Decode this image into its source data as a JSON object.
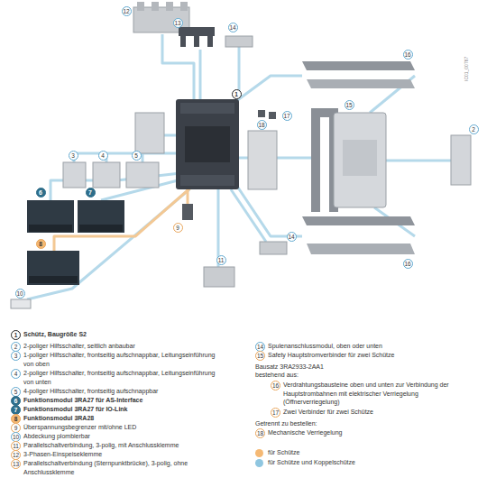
{
  "diagram": {
    "labels": [
      "12",
      "13",
      "14",
      "1",
      "16",
      "15",
      "17",
      "18",
      "2",
      "3",
      "4",
      "5",
      "6",
      "7",
      "8",
      "9",
      "10",
      "11",
      "14",
      "16",
      "IC01_00767",
      "1",
      "Schütz, Baugröße S2",
      "2",
      "2-poliger Hilfsschalter, seitlich anbaubar",
      "3",
      "1-poliger Hilfsschalter, frontseitig aufschnappbar, Leitungseinführung von oben",
      "4",
      "2-poliger Hilfsschalter, frontseitig aufschnappbar, Leitungseinführung von unten",
      "5",
      "4-poliger Hilfsschalter, frontseitig aufschnappbar",
      "6",
      "Funktionsmodul 3RA27 für AS-Interface",
      "7",
      "Funktionsmodul 3RA27 für IO-Link",
      "8",
      "Funktionsmodul 3RA28",
      "9",
      "Überspannungsbegrenzer mit/ohne LED",
      "10",
      "Abdeckung plombierbar",
      "11",
      "Parallelschaltverbindung, 3-polig, mit Anschlussklemme",
      "12",
      "3-Phasen-Einspeiseklemme",
      "13",
      "Parallelschaltverbindung (Sternpunktbrücke), 3-polig, ohne Anschlussklemme",
      "14",
      "Spulenanschlussmodul, oben oder unten",
      "15",
      "Safety Hauptstromverbinder für zwei Schütze",
      "Bausatz 3RA2933-2AA1",
      "bestehend aus:",
      "16",
      "Verdrahtungsbausteine oben und unten zur Verbindung der Hauptstrombahnen mit elektrischer Verriegelung (Öffnerverriegelung)",
      "17",
      "Zwei Verbinder für zwei Schütze",
      "Getrennt zu bestellen:",
      "18",
      "Mechanische Verriegelung"
    ],
    "legend": [
      {
        "text": "für Schütze",
        "color": "#f5b974"
      },
      {
        "text": "für Schütze und Koppelschütze",
        "color": "#8fc6e0"
      }
    ]
  }
}
